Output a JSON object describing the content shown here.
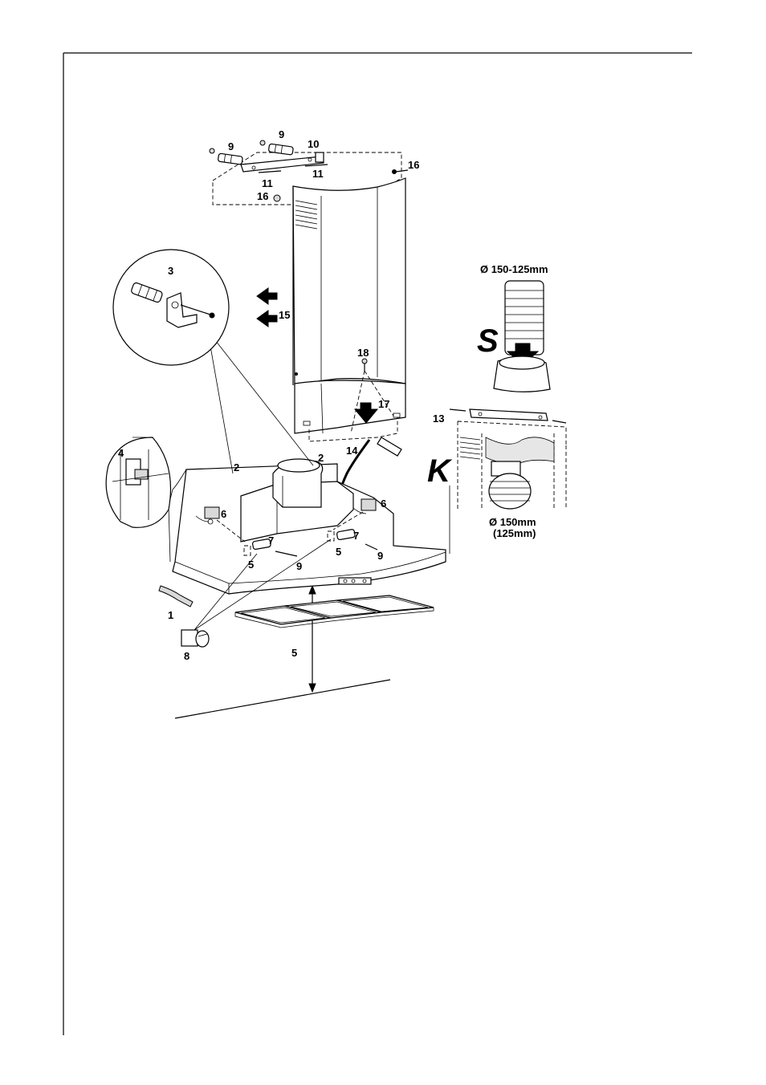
{
  "labels": {
    "l1": "1",
    "l2a": "2",
    "l2b": "2",
    "l3": "3",
    "l4": "4",
    "l5a": "5",
    "l5b": "5",
    "l5c": "5",
    "l6a": "6",
    "l6b": "6",
    "l7a": "7",
    "l7b": "7",
    "l8": "8",
    "l9a": "9",
    "l9b": "9",
    "l9c": "9",
    "l9d": "9",
    "l10": "10",
    "l11a": "11",
    "l11b": "11",
    "l13": "13",
    "l14": "14",
    "l15": "15",
    "l16a": "16",
    "l16b": "16",
    "l17": "17",
    "l18": "18"
  },
  "variants": {
    "s_letter": "S",
    "k_letter": "K",
    "s_diameter": "Ø 150-125mm",
    "k_diameter": "Ø 150mm",
    "k_diameter_alt": "(125mm)"
  }
}
